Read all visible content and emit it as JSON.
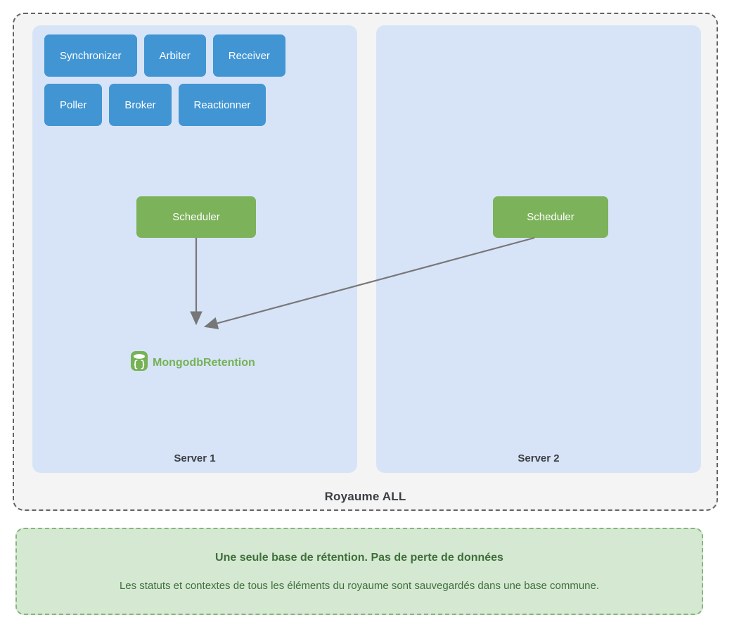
{
  "realm": {
    "label": "Royaume ALL",
    "servers": [
      {
        "label": "Server 1",
        "daemon_rows": [
          [
            "Synchronizer",
            "Arbiter",
            "Receiver"
          ],
          [
            "Poller",
            "Broker",
            "Reactionner"
          ]
        ],
        "scheduler": "Scheduler",
        "database": {
          "label": "MongodbRetention",
          "icon": "database-braces-icon"
        }
      },
      {
        "label": "Server 2",
        "daemon_rows": [],
        "scheduler": "Scheduler"
      }
    ]
  },
  "note": {
    "title": "Une seule base de rétention. Pas de perte de données",
    "body": "Les statuts et contextes de tous les éléments du royaume sont sauvegardés dans une base commune."
  },
  "colors": {
    "daemon_blue": "#4195d3",
    "scheduler_green": "#7cb259",
    "server_panel_blue": "#d7e4f7",
    "realm_grey": "#f4f4f4",
    "realm_border": "#636363",
    "note_green_bg": "#d5e8d2",
    "note_green_border": "#85b77c",
    "note_text": "#3e703a",
    "database_green": "#76b255",
    "arrow_grey": "#777777"
  }
}
